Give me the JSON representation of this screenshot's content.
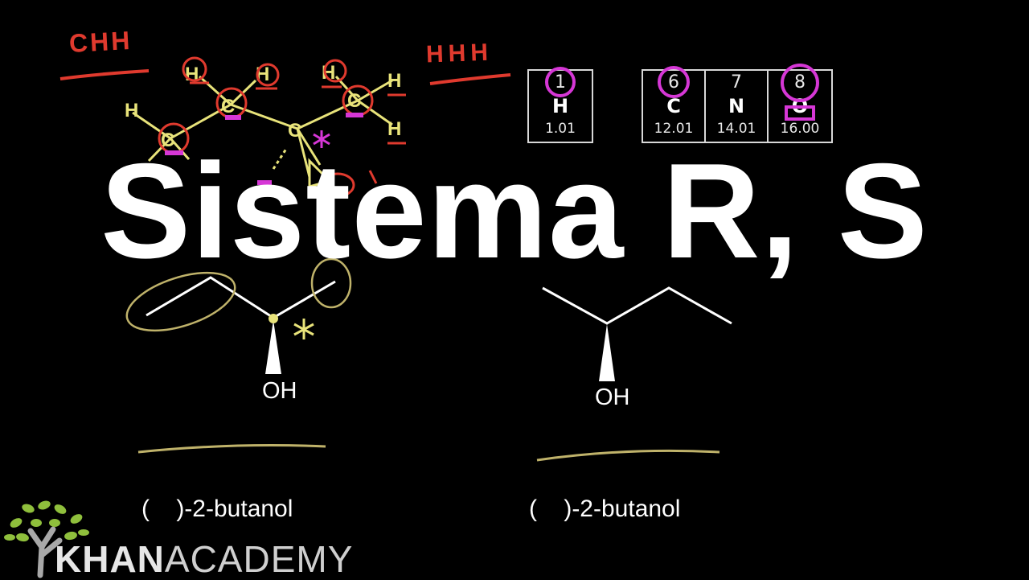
{
  "title": "Sistema R, S",
  "handwriting": {
    "top_left_label": "CHH",
    "top_right_label": "HHH"
  },
  "periodic_table": [
    {
      "number": "1",
      "symbol": "H",
      "mass": "1.01"
    },
    {
      "number": "6",
      "symbol": "C",
      "mass": "12.01"
    },
    {
      "number": "7",
      "symbol": "N",
      "mass": "14.01"
    },
    {
      "number": "8",
      "symbol": "O",
      "mass": "16.00"
    }
  ],
  "molecules": [
    {
      "group": "OH",
      "name": "(    )-2-butanol"
    },
    {
      "group": "OH",
      "name": "(    )-2-butanol"
    }
  ],
  "logo": {
    "bold": "KHAN",
    "light": "ACADEMY"
  },
  "colors": {
    "background": "#000000",
    "red_ink": "#e03a2e",
    "yellow_ink": "#e8e37a",
    "magenta_ink": "#d637d6",
    "olive_ink": "#bfb26a"
  }
}
